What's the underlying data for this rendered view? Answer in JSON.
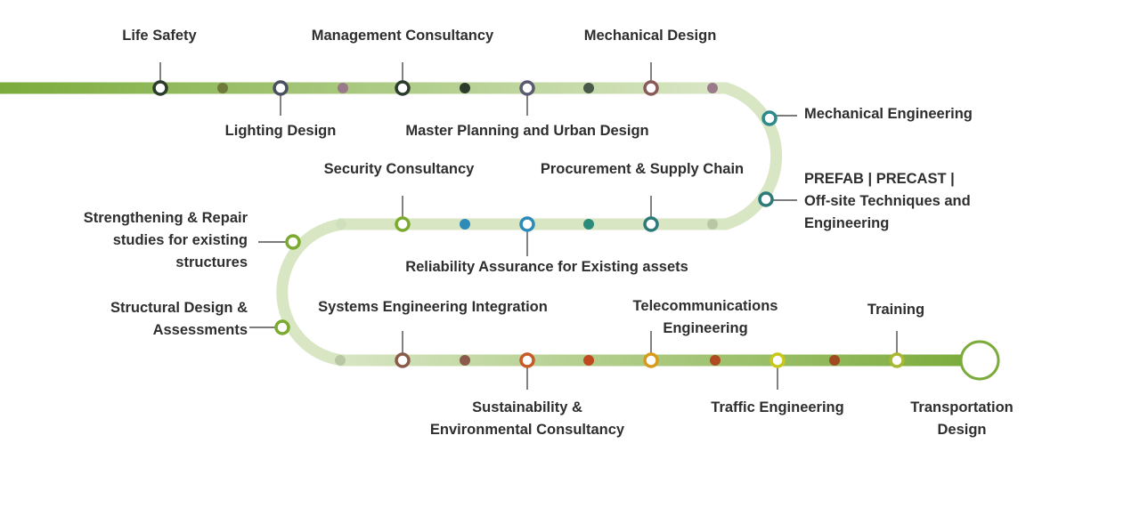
{
  "colors": {
    "track_dark": "#7bab3b",
    "track_light": "#d8e6c4",
    "text": "#2e2e2e",
    "dark_stop": "#2c3c2c",
    "teal": "#2c8a8a",
    "blue": "#2e8ab8",
    "green": "#7aaa2e",
    "brown": "#8a5a4a",
    "orange": "#c85a28",
    "gold": "#d89a1a",
    "olive": "#a8b830",
    "mauve": "#9a7a8a"
  },
  "services": [
    {
      "id": "life-safety",
      "lines": [
        "Life Safety"
      ]
    },
    {
      "id": "lighting-design",
      "lines": [
        "Lighting Design"
      ]
    },
    {
      "id": "management-consultancy",
      "lines": [
        "Management Consultancy"
      ]
    },
    {
      "id": "master-planning",
      "lines": [
        "Master Planning and Urban Design"
      ]
    },
    {
      "id": "mechanical-design",
      "lines": [
        "Mechanical Design"
      ]
    },
    {
      "id": "mechanical-engineering",
      "lines": [
        "Mechanical Engineering"
      ]
    },
    {
      "id": "prefab-precast",
      "lines": [
        "PREFAB | PRECAST |",
        "Off-site Techniques and",
        "Engineering"
      ]
    },
    {
      "id": "procurement",
      "lines": [
        "Procurement & Supply Chain"
      ]
    },
    {
      "id": "reliability-assurance",
      "lines": [
        "Reliability Assurance for Existing assets"
      ]
    },
    {
      "id": "security-consultancy",
      "lines": [
        "Security Consultancy"
      ]
    },
    {
      "id": "strengthening-repair",
      "lines": [
        "Strengthening & Repair",
        "studies for existing",
        "structures"
      ]
    },
    {
      "id": "structural-design",
      "lines": [
        "Structural Design &",
        "Assessments"
      ]
    },
    {
      "id": "systems-engineering",
      "lines": [
        "Systems Engineering Integration"
      ]
    },
    {
      "id": "sustainability",
      "lines": [
        "Sustainability &",
        "Environmental Consultancy"
      ]
    },
    {
      "id": "telecommunications",
      "lines": [
        "Telecommunications",
        "Engineering"
      ]
    },
    {
      "id": "traffic-engineering",
      "lines": [
        "Traffic Engineering"
      ]
    },
    {
      "id": "training",
      "lines": [
        "Training"
      ]
    },
    {
      "id": "transportation-design",
      "lines": [
        "Transportation",
        "Design"
      ]
    }
  ]
}
